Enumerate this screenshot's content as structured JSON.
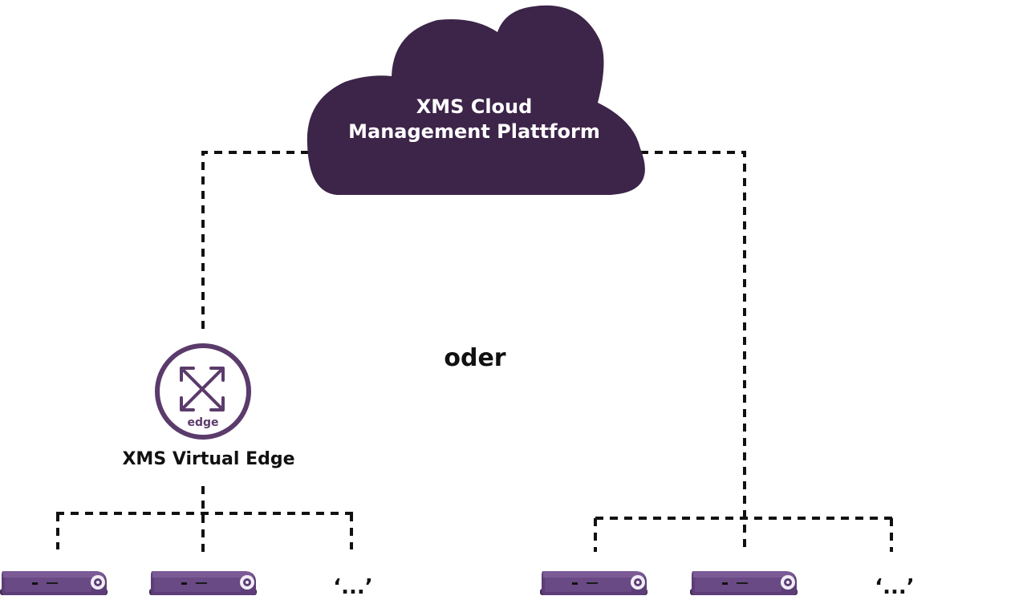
{
  "cloud": {
    "line1": "XMS Cloud",
    "line2": "Management Plattform"
  },
  "edge": {
    "icon_text": "edge",
    "label": "XMS Virtual Edge"
  },
  "separator": "oder",
  "ellipsis_left": "‘...’",
  "ellipsis_right": "‘...’",
  "colors": {
    "brand_purple": "#3d2449",
    "edge_purple": "#5b3b6b",
    "device_body": "#5d3e78",
    "device_top": "#7b5a96",
    "device_face": "#6a4a85",
    "connector": "#111111"
  },
  "icons": [
    "cloud-icon",
    "edge-icon",
    "access-point-device-icon"
  ]
}
